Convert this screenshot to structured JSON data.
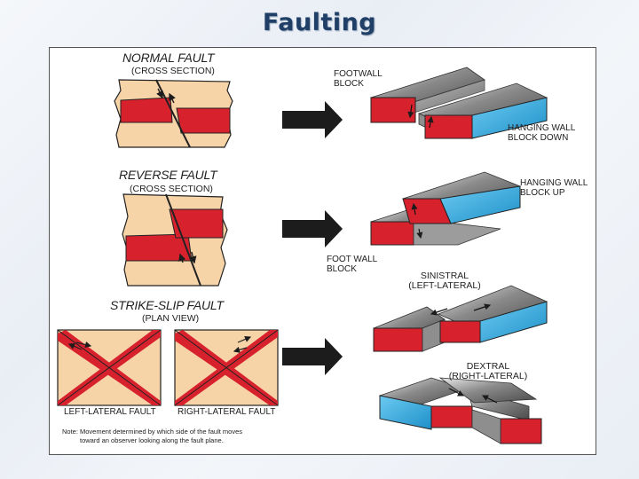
{
  "slide": {
    "title": "Faulting"
  },
  "normal_fault": {
    "title": "NORMAL FAULT",
    "subtitle": "(CROSS SECTION)"
  },
  "reverse_fault": {
    "title": "REVERSE FAULT",
    "subtitle": "(CROSS SECTION)"
  },
  "strike_slip": {
    "title": "STRIKE-SLIP FAULT",
    "subtitle": "(PLAN VIEW)",
    "left_label": "LEFT-LATERAL FAULT",
    "right_label": "RIGHT-LATERAL FAULT",
    "note_line1": "Note: Movement determined by which side of the fault moves",
    "note_line2": "toward an observer looking along the fault plane."
  },
  "block_labels": {
    "footwall_block": [
      "FOOTWALL",
      "BLOCK"
    ],
    "hanging_wall_down": [
      "HANGING WALL",
      "BLOCK DOWN"
    ],
    "hanging_wall_up": [
      "HANGING WALL",
      "BLOCK UP"
    ],
    "foot_wall_block": [
      "FOOT WALL",
      "BLOCK"
    ],
    "sinistral": [
      "SINISTRAL",
      "(LEFT-LATERAL)"
    ],
    "dextral": [
      "DEXTRAL",
      "(RIGHT-LATERAL)"
    ]
  },
  "colors": {
    "rock": "#f7d3a8",
    "layer": "#d7222e",
    "wall": "#3ab0e6",
    "top": "#9a9a9a",
    "arrow": "#1c1c1c"
  }
}
